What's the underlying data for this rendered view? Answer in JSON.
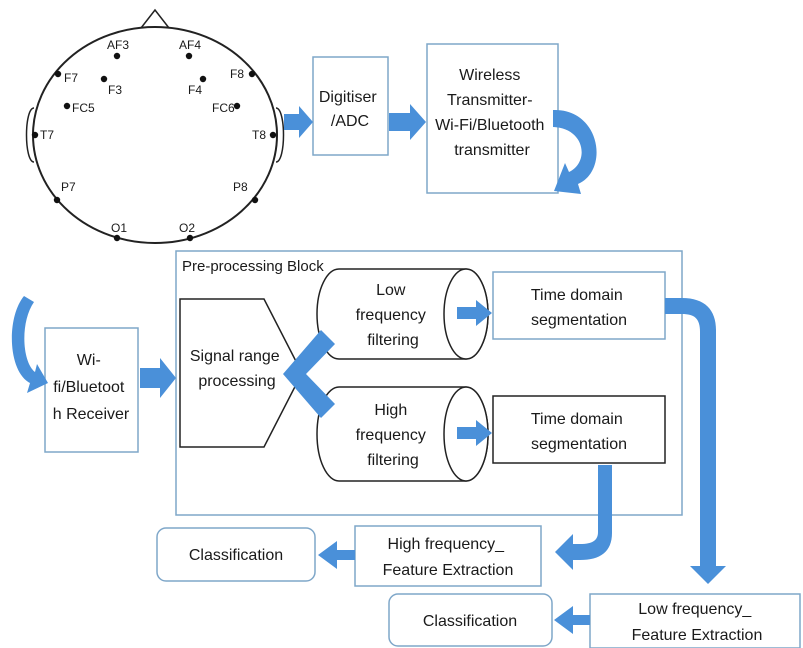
{
  "electrodes": [
    {
      "label": "AF3"
    },
    {
      "label": "AF4"
    },
    {
      "label": "F7"
    },
    {
      "label": "F3"
    },
    {
      "label": "F4"
    },
    {
      "label": "F8"
    },
    {
      "label": "FC5"
    },
    {
      "label": "FC6"
    },
    {
      "label": "T7"
    },
    {
      "label": "T8"
    },
    {
      "label": "P7"
    },
    {
      "label": "P8"
    },
    {
      "label": "O1"
    },
    {
      "label": "O2"
    }
  ],
  "blocks": {
    "digitiser": [
      "Digitiser",
      "/ADC"
    ],
    "wireless": [
      "Wireless",
      "Transmitter-",
      "Wi-Fi/Bluetooth",
      "transmitter"
    ],
    "receiver": [
      "Wi-",
      "fi/Bluetoot",
      "h Receiver"
    ],
    "preprocessing_title": "Pre-processing Block",
    "signal_range": [
      "Signal range",
      "processing"
    ],
    "low_filter": [
      "Low",
      "frequency",
      "filtering"
    ],
    "high_filter": [
      "High",
      "frequency",
      "filtering"
    ],
    "time_seg_low": [
      "Time domain",
      "segmentation"
    ],
    "time_seg_high": [
      "Time domain",
      "segmentation"
    ],
    "high_feature": [
      "High frequency_",
      "Feature Extraction"
    ],
    "low_feature": [
      "Low frequency_",
      "Feature Extraction"
    ],
    "class_high": "Classification",
    "class_low": "Classification"
  },
  "colors": {
    "arrow": "#4a90d9",
    "box_border": "#7fa7c9",
    "outline": "#222222"
  }
}
